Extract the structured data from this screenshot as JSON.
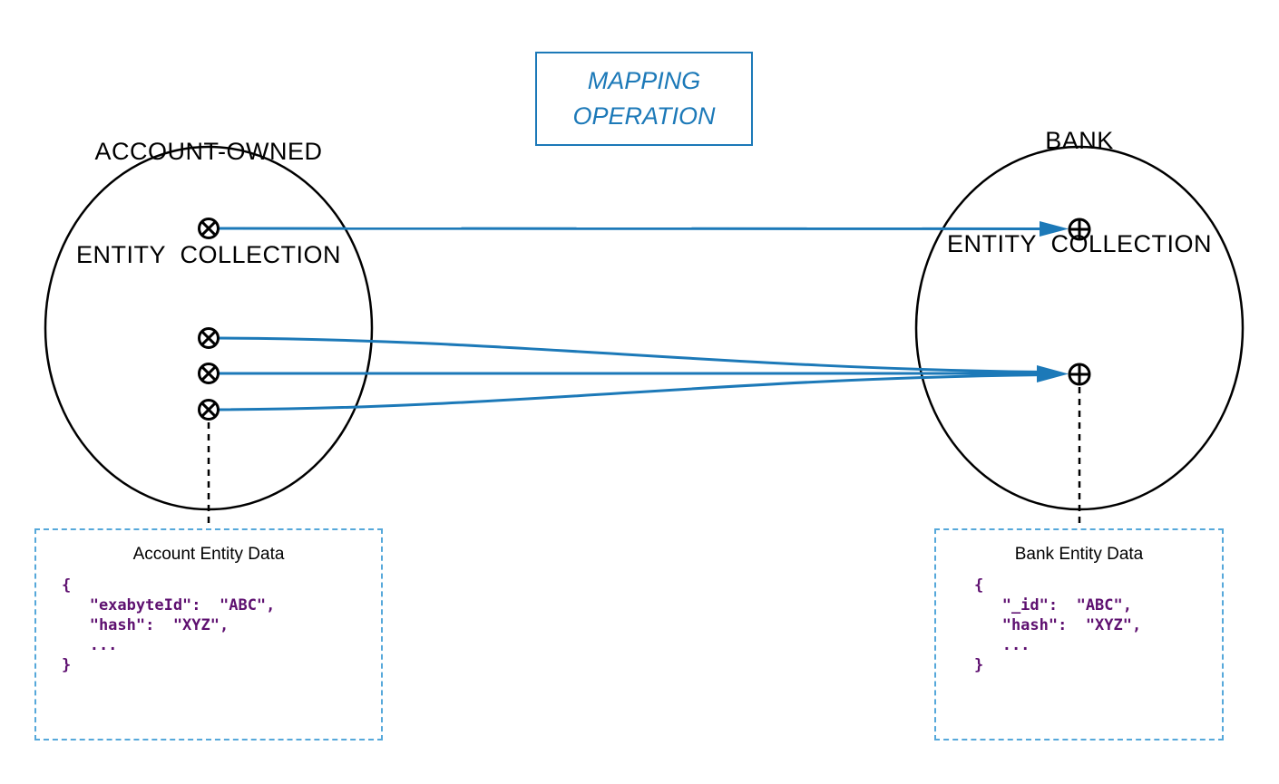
{
  "colors": {
    "arrow-blue": "#1c79b8",
    "box-border-blue": "#56a8da",
    "code-purple": "#5e1070",
    "diagram-black": "#000000"
  },
  "left_collection": {
    "title_line1": "ACCOUNT-OWNED",
    "title_line2": "ENTITY  COLLECTION"
  },
  "mapping_operation": {
    "label_line1": "MAPPING",
    "label_line2": "OPERATION"
  },
  "right_collection": {
    "title_line1": "BANK",
    "title_line2": "ENTITY  COLLECTION"
  },
  "left_data_box": {
    "title": "Account Entity Data",
    "code_lines": [
      "{",
      "   \"exabyteId\":  \"ABC\",",
      "   \"hash\":  \"XYZ\",",
      "   ...",
      "}"
    ]
  },
  "right_data_box": {
    "title": "Bank Entity Data",
    "code_lines": [
      "{",
      "   \"_id\":  \"ABC\",",
      "   \"hash\":  \"XYZ\",",
      "   ...",
      "}"
    ]
  },
  "mappings": {
    "source_point_count": 4,
    "target_point_count": 2,
    "relations": [
      {
        "from": "source-point-1",
        "to": "target-point-1",
        "cardinality": "one-to-one"
      },
      {
        "from": "source-point-2",
        "to": "target-point-2",
        "cardinality": "many-to-one"
      },
      {
        "from": "source-point-3",
        "to": "target-point-2",
        "cardinality": "many-to-one"
      },
      {
        "from": "source-point-4",
        "to": "target-point-2",
        "cardinality": "many-to-one"
      }
    ]
  }
}
